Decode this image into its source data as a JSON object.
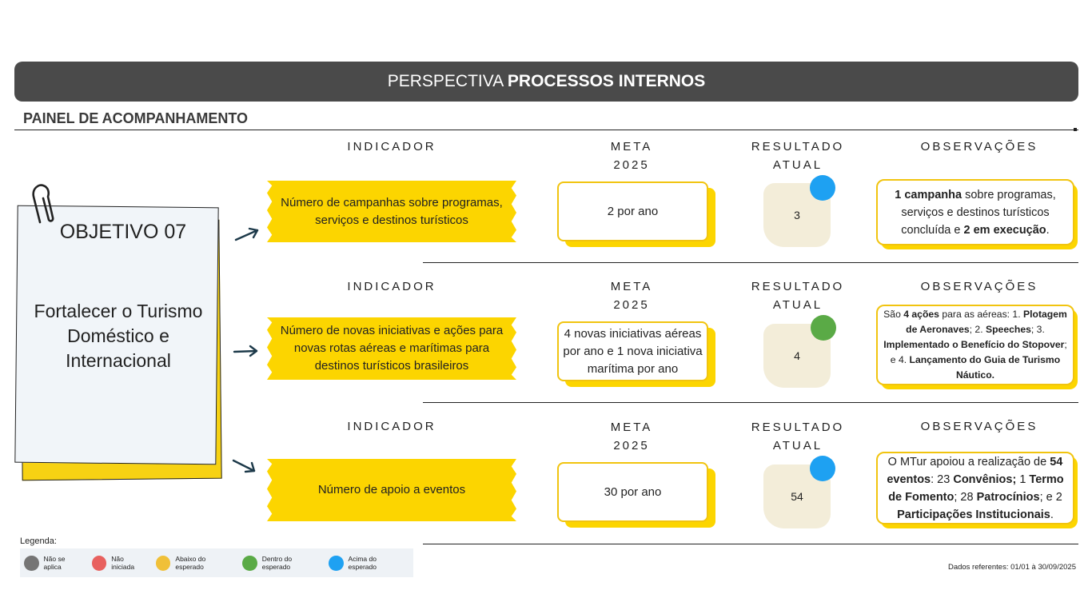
{
  "header": {
    "title_regular": "PERSPECTIVA",
    "title_bold": "PROCESSOS INTERNOS"
  },
  "panel_title": "PAINEL DE ACOMPANHAMENTO",
  "objective": {
    "title": "OBJETIVO 07",
    "text": "Fortalecer o Turismo Doméstico e Internacional"
  },
  "columns": {
    "indicator": "INDICADOR",
    "meta_line1": "META",
    "meta_line2": "2025",
    "result_line1": "RESULTADO",
    "result_line2": "ATUAL",
    "observations": "OBSERVAÇÕES"
  },
  "rows": [
    {
      "indicator": "Número de campanhas sobre programas, serviços e destinos turísticos",
      "meta": "2 por ano",
      "result": "3",
      "status": "Acima do esperado",
      "status_color": "#1ea1f2"
    },
    {
      "indicator": "Número de novas iniciativas e ações para novas rotas aéreas e marítimas para destinos turísticos brasileiros",
      "meta": "4 novas iniciativas aéreas por ano e 1 nova iniciativa marítima por ano",
      "result": "4",
      "status": "Dentro do esperado",
      "status_color": "#5aaa46"
    },
    {
      "indicator": "Número de apoio a eventos",
      "meta": "30 por ano",
      "result": "54",
      "status": "Acima do esperado",
      "status_color": "#1ea1f2"
    }
  ],
  "observations": {
    "row1": {
      "b1": "1 campanha",
      "t1": " sobre programas, serviços e destinos turísticos concluída e ",
      "b2": "2 em execução",
      "t2": "."
    },
    "row2": {
      "t1": "São ",
      "b1": "4 ações",
      "t2": " para as aéreas: 1. ",
      "b2": "Plotagem de Aeronaves",
      "t3": "; 2. ",
      "b3": "Speeches",
      "t4": "; 3. ",
      "b4": "Implementado o Benefício do Stopover",
      "t5": "; e 4. ",
      "b5": "Lançamento do Guia de Turismo Náutico."
    },
    "row3": {
      "t1": "O MTur apoiou a realização de ",
      "b1": "54 eventos",
      "t2": ": 23 ",
      "b2": "Convênios;",
      "t3": " 1 ",
      "b3": "Termo de Fomento",
      "t4": "; 28 ",
      "b4": "Patrocínios",
      "t5": "; e 2 ",
      "b5": "Participações Institucionais",
      "t6": "."
    }
  },
  "legend": {
    "label": "Legenda:",
    "items": [
      {
        "label": "Não se aplica",
        "color": "#757575"
      },
      {
        "label": "Não iniciada",
        "color": "#e8615f"
      },
      {
        "label": "Abaixo do esperado",
        "color": "#f0c038"
      },
      {
        "label": "Dentro do esperado",
        "color": "#5aaa46"
      },
      {
        "label": "Acima do esperado",
        "color": "#1ea1f2"
      }
    ]
  },
  "footnote": "Dados referentes: 01/01 à 30/09/2025"
}
